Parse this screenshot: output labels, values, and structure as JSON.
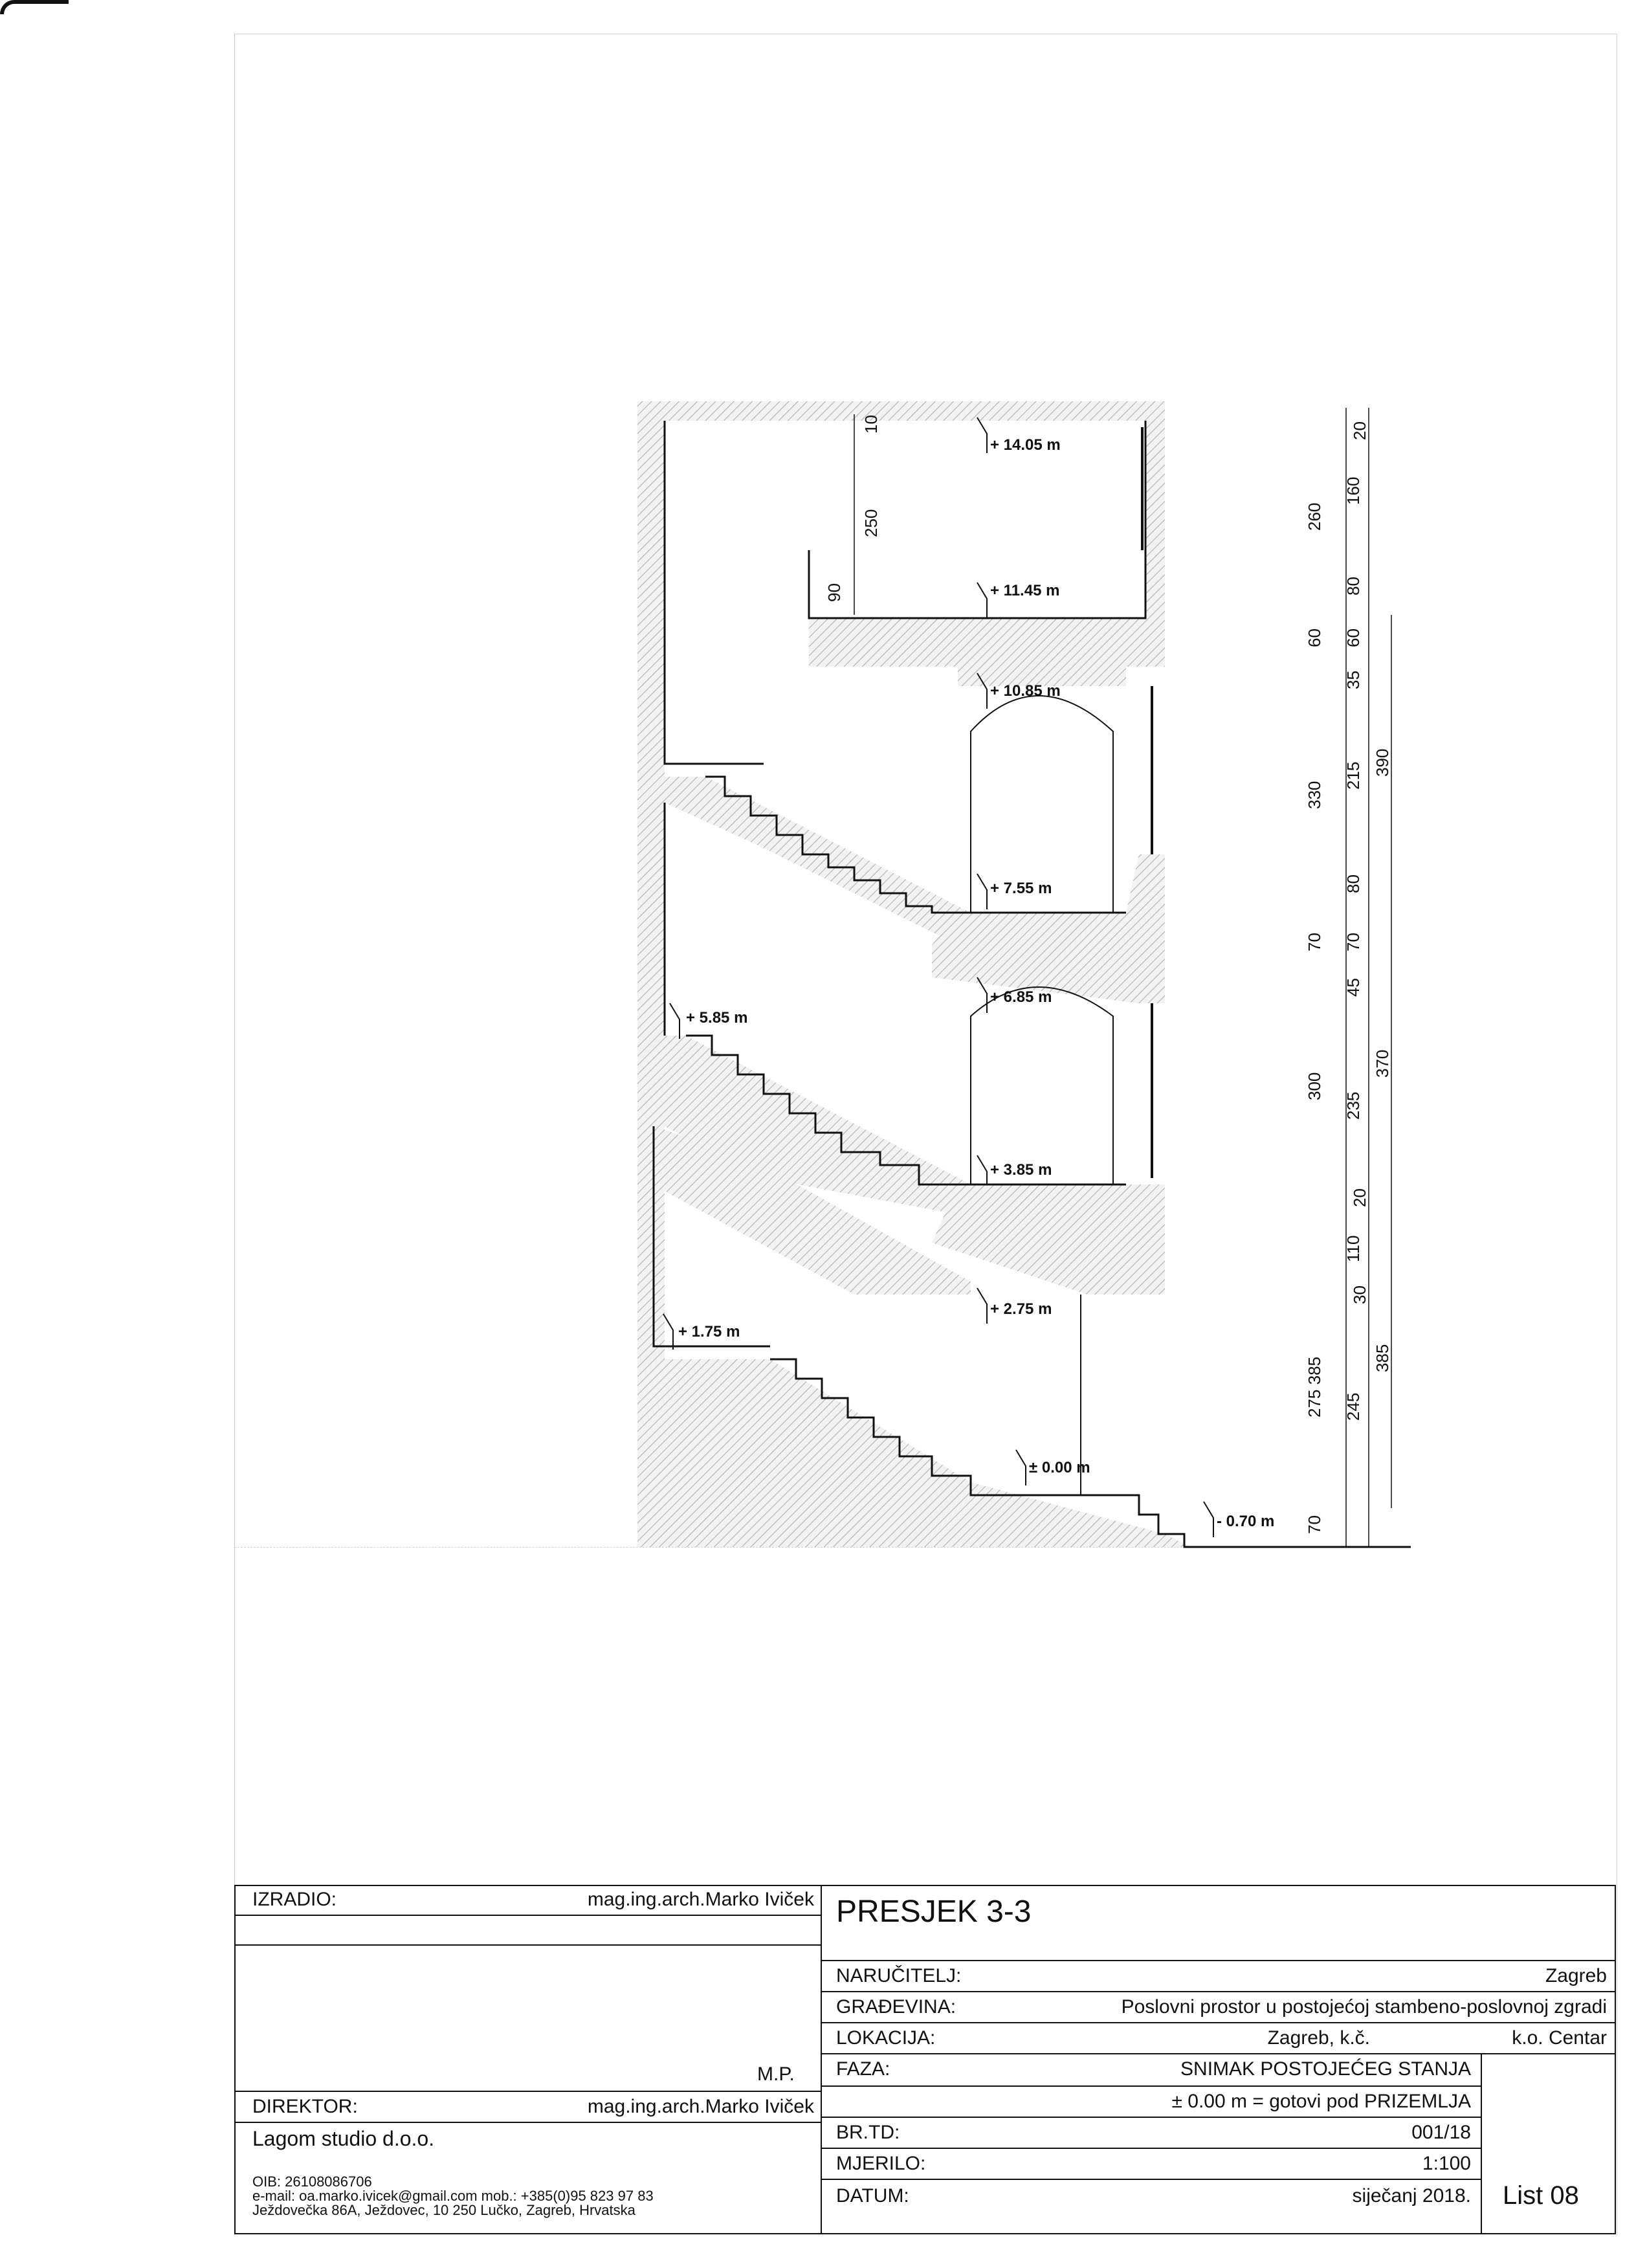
{
  "elevations": [
    {
      "id": "e1405",
      "label": "+ 14.05 m"
    },
    {
      "id": "e1145",
      "label": "+ 11.45 m"
    },
    {
      "id": "e1085",
      "label": "+ 10.85 m"
    },
    {
      "id": "e755",
      "label": "+ 7.55 m"
    },
    {
      "id": "e685",
      "label": "+ 6.85 m"
    },
    {
      "id": "e585",
      "label": "+ 5.85 m"
    },
    {
      "id": "e385",
      "label": "+ 3.85 m"
    },
    {
      "id": "e275",
      "label": "+ 2.75 m"
    },
    {
      "id": "e175",
      "label": "+ 1.75 m"
    },
    {
      "id": "e000",
      "label": "± 0.00 m"
    },
    {
      "id": "em070",
      "label": "- 0.70 m"
    }
  ],
  "inner_dims": {
    "slab": "10",
    "room": "250",
    "parapet": "90"
  },
  "dimension_chain": {
    "col1": [
      "20",
      "260",
      "60",
      "330",
      "70",
      "300",
      "20",
      "30",
      "275 385",
      "70"
    ],
    "col2": [
      "160",
      "80",
      "60",
      "35",
      "215",
      "80",
      "70",
      "45",
      "235",
      "110",
      "245"
    ],
    "col3": [
      "390",
      "370",
      "385"
    ]
  },
  "title_block": {
    "izradio_label": "IZRADIO:",
    "izradio_value": "mag.ing.arch.Marko Iviček",
    "mp": "M.P.",
    "direktor_label": "DIREKTOR:",
    "direktor_value": "mag.ing.arch.Marko Iviček",
    "company": "Lagom studio d.o.o.",
    "oib": "OIB: 26108086706",
    "email_line": "e-mail: oa.marko.ivicek@gmail.com    mob.: +385(0)95 823 97 83",
    "address": "Ježdovečka 86A, Ježdovec, 10 250 Lučko, Zagreb, Hrvatska",
    "sheet_title": "PRESJEK 3-3",
    "narucitelj_label": "NARUČITELJ:",
    "narucitelj_value": "Zagreb",
    "gradevina_label": "GRAĐEVINA:",
    "gradevina_value": "Poslovni prostor u postojećoj stambeno-poslovnoj zgradi",
    "lokacija_label": "LOKACIJA:",
    "lokacija_value": "Zagreb, k.č.",
    "lokacija_value2": "k.o. Centar",
    "faza_label": "FAZA:",
    "faza_value": "SNIMAK POSTOJEĆEG STANJA",
    "faza_note": "± 0.00 m = gotovi pod PRIZEMLJA",
    "brtd_label": "BR.TD:",
    "brtd_value": "001/18",
    "mjerilo_label": "MJERILO:",
    "mjerilo_value": "1:100",
    "datum_label": "DATUM:",
    "datum_value": "siječanj 2018.",
    "list": "List 08"
  }
}
